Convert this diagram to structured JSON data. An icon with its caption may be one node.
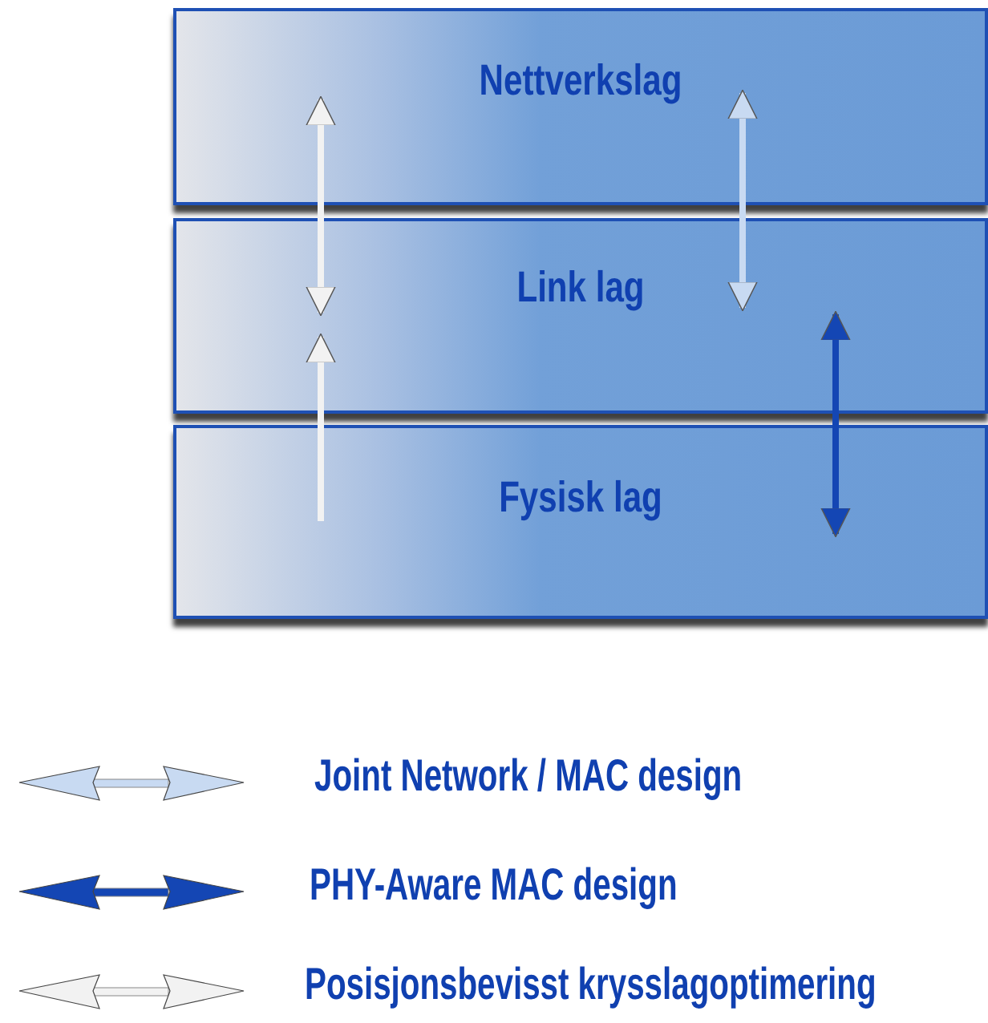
{
  "diagram": {
    "nodes": [
      {
        "text": [
          "Nettverkslag"
        ]
      },
      {
        "text": [
          "Link lag"
        ]
      },
      {
        "text": [
          "Fysisk lag"
        ]
      }
    ],
    "edges": [
      {
        "from": 0,
        "to": 1,
        "arrow": "both",
        "color": "#f2f2f2"
      },
      {
        "from": 2,
        "to": 1,
        "arrow": "to",
        "color": "#f2f2f2"
      },
      {
        "from": 0,
        "to": 1,
        "arrow": "both",
        "color": "#c8daf2"
      },
      {
        "from": 1,
        "to": 2,
        "arrow": "both",
        "color": "#1446b4"
      }
    ],
    "legend": [
      {
        "text": "Joint Network / MAC design"
      },
      {
        "text": "PHY-Aware MAC design"
      },
      {
        "text": "Posisjonsbevisst krysslagoptimering"
      }
    ]
  }
}
